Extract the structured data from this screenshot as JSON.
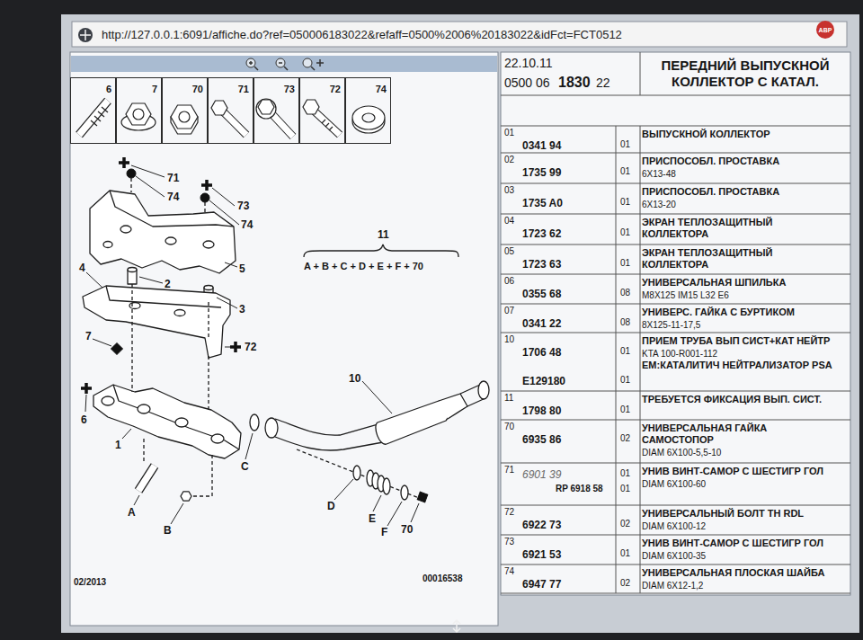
{
  "diagram": {
    "title": "ПЕРЕДНИЙ ВЫПУСКНОЙ КОЛЛЕКТОР С КАТАЛ.",
    "nodes": [
      {
        "text": [
          "6"
        ]
      },
      {
        "text": [
          "7"
        ]
      },
      {
        "text": [
          "70"
        ]
      },
      {
        "text": [
          "71"
        ]
      },
      {
        "text": [
          "73"
        ]
      },
      {
        "text": [
          "72"
        ]
      },
      {
        "text": [
          "74"
        ]
      }
    ],
    "labels": [
      "http://127.0.0.1:6091/affiche.do?ref=050006183022&refaff=0500%2006%20183022&idFct=FCT0512",
      "ABP",
      "22.10.11",
      "0500 06",
      "1830",
      "22",
      "01",
      "0341 94",
      "01",
      "ВЫПУСКНОЙ КОЛЛЕКТОР",
      "02",
      "1735 99",
      "01",
      "ПРИСПОСОБЛ. ПРОСТАВКА",
      "6X13-48",
      "03",
      "1735 A0",
      "01",
      "ПРИСПОСОБЛ. ПРОСТАВКА",
      "6X13-20",
      "04",
      "1723 62",
      "01",
      "ЭКРАН ТЕПЛОЗАЩИТНЫЙ КОЛЛЕКТОРА",
      "05",
      "1723 63",
      "01",
      "ЭКРАН ТЕПЛОЗАЩИТНЫЙ КОЛЛЕКТОРА",
      "06",
      "0355 68",
      "08",
      "УНИВЕРСАЛЬНАЯ ШПИЛЬКА",
      "M8X125 IM15 L32 E6",
      "07",
      "0341 22",
      "08",
      "УНИВЕРС. ГАЙКА С БУРТИКОМ",
      "8X125-11-17,5",
      "10",
      "1706 48",
      "01",
      "ПРИЕМ ТРУБА ВЫП СИСТ+КАТ НЕЙТР",
      "KTA 100-R001-112",
      "ЕМ:КАТАЛИТИЧ НЕЙТРАЛИЗАТОР PSA",
      "E129180",
      "01",
      "11",
      "1798 80",
      "01",
      "ТРЕБУЕТСЯ ФИКСАЦИЯ ВЫП. СИСТ.",
      "70",
      "6935 86",
      "02",
      "УНИВЕРСАЛЬНАЯ ГАЙКА САМОСТОПОР",
      "DIAM 6X100-5,5-10",
      "71",
      "6901 39",
      "01",
      "УНИВ ВИНТ-САМОР С ШЕСТИГР ГОЛ",
      "RP 6918 58",
      "01",
      "DIAM 6X100-60",
      "72",
      "6922 73",
      "02",
      "УНИВЕРСАЛЬНЫЙ БОЛТ TH RDL",
      "DIAM 6X100-12",
      "73",
      "6921 53",
      "01",
      "УНИВ ВИНТ-САМОР С ШЕСТИГР ГОЛ",
      "DIAM 6X100-35",
      "74",
      "6947 77",
      "02",
      "УНИВЕРСАЛЬНАЯ ПЛОСКАЯ ШАЙБА",
      "DIAM 6X12-1,2",
      "71",
      "74",
      "73",
      "74",
      "11",
      "A + B + C + D + E + F + 70",
      "4",
      "2",
      "5",
      "3",
      "7",
      "72",
      "6",
      "10",
      "1",
      "C",
      "A",
      "B",
      "D",
      "E",
      "F",
      "70",
      "02/2013",
      "00016538"
    ]
  }
}
